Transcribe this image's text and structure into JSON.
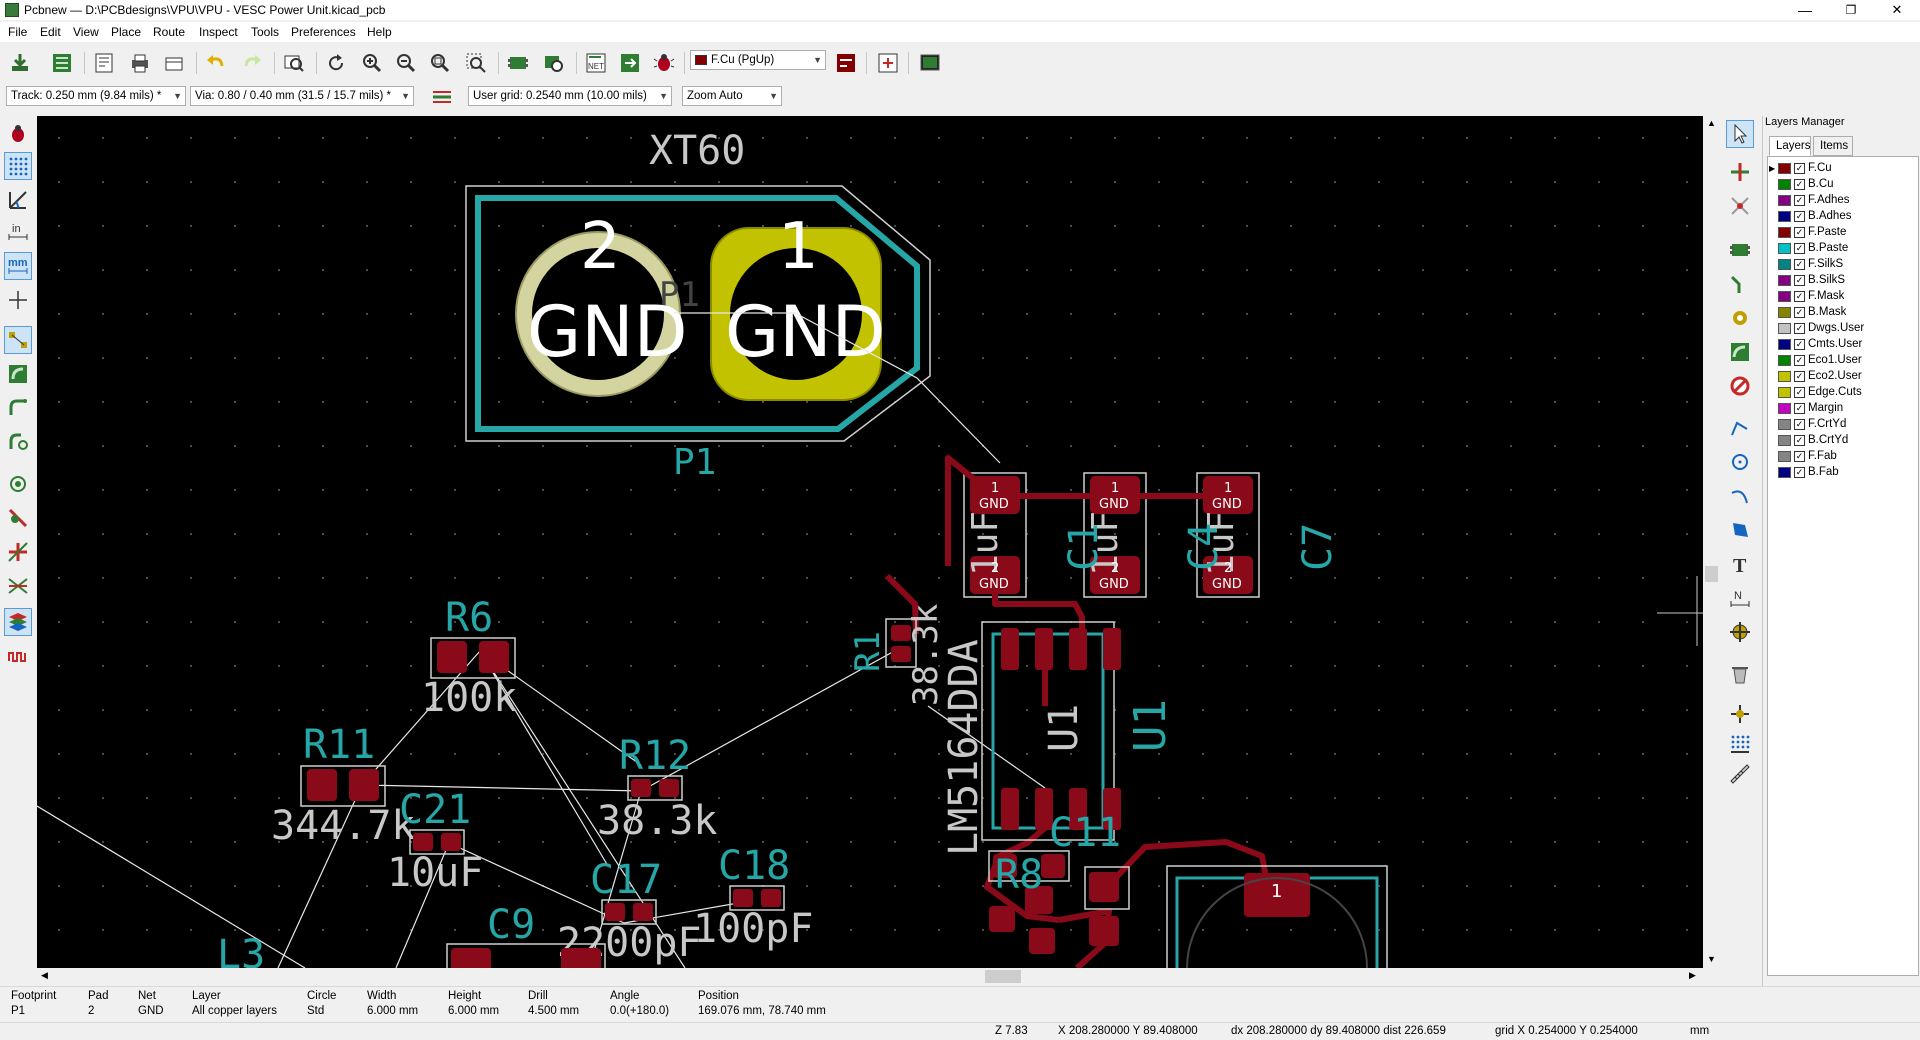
{
  "window": {
    "title": "Pcbnew — D:\\PCBdesigns\\VPU\\VPU - VESC Power Unit.kicad_pcb",
    "min": "—",
    "max": "❐",
    "close": "✕"
  },
  "menu": [
    "File",
    "Edit",
    "View",
    "Place",
    "Route",
    "Inspect",
    "Tools",
    "Preferences",
    "Help"
  ],
  "toolbar": {
    "layer_select": "F.Cu (PgUp)",
    "track_width": "Track: 0.250 mm (9.84 mils) *",
    "via_size": "Via: 0.80 / 0.40 mm (31.5 / 15.7 mils) *",
    "grid": "User grid: 0.2540 mm (10.00 mils)",
    "zoom": "Zoom Auto"
  },
  "left_toolbar_icons": [
    "drc-marker-icon",
    "grid-toggle-icon",
    "polar-coords-icon",
    "inch-units-icon",
    "mm-units-icon",
    "cursor-shape-icon",
    "ratsnest-icon",
    "zone-fill-icon",
    "track-outline-icon",
    "via-outline-icon",
    "microwave-icon",
    "net-highlight-icon",
    "local-ratsnest-icon",
    "curved-ratsnest-icon",
    "layer-display-icon",
    "length-tune-icon"
  ],
  "right_toolbar_icons": [
    "select-icon",
    "highlight-net-icon",
    "local-ratsnest-tool-icon",
    "add-footprint-icon",
    "route-track-icon",
    "add-via-icon",
    "add-zone-icon",
    "add-keepout-icon",
    "add-line-icon",
    "add-circle-icon",
    "add-arc-icon",
    "add-polygon-icon",
    "add-text-icon",
    "add-dimension-icon",
    "add-target-icon",
    "delete-icon",
    "set-origin-icon",
    "grid-origin-icon",
    "measure-icon"
  ],
  "layers_panel": {
    "title": "Layers Manager",
    "tabs": [
      "Layers",
      "Items"
    ],
    "layers": [
      {
        "name": "F.Cu",
        "color": "#840000",
        "current": true
      },
      {
        "name": "B.Cu",
        "color": "#008400"
      },
      {
        "name": "F.Adhes",
        "color": "#840084"
      },
      {
        "name": "B.Adhes",
        "color": "#000084"
      },
      {
        "name": "F.Paste",
        "color": "#840000"
      },
      {
        "name": "B.Paste",
        "color": "#00c2c2"
      },
      {
        "name": "F.SilkS",
        "color": "#008484"
      },
      {
        "name": "B.SilkS",
        "color": "#840084"
      },
      {
        "name": "F.Mask",
        "color": "#840084"
      },
      {
        "name": "B.Mask",
        "color": "#848400"
      },
      {
        "name": "Dwgs.User",
        "color": "#c2c2c2"
      },
      {
        "name": "Cmts.User",
        "color": "#000084"
      },
      {
        "name": "Eco1.User",
        "color": "#008400"
      },
      {
        "name": "Eco2.User",
        "color": "#c2c200"
      },
      {
        "name": "Edge.Cuts",
        "color": "#c2c200"
      },
      {
        "name": "Margin",
        "color": "#c200c2"
      },
      {
        "name": "F.CrtYd",
        "color": "#848484"
      },
      {
        "name": "B.CrtYd",
        "color": "#848484"
      },
      {
        "name": "F.Fab",
        "color": "#848484"
      },
      {
        "name": "B.Fab",
        "color": "#000084"
      }
    ]
  },
  "pcb": {
    "labels": {
      "xt60": "XT60",
      "p1": "P1",
      "pad2_num": "2",
      "pad1_num": "1",
      "gnd": "GND",
      "r6": "R6",
      "r6_val": "100k",
      "r11": "R11",
      "r11_val": "344.7k",
      "r12": "R12",
      "r12_val": "38.3k",
      "c21": "C21",
      "c21_val": "10uF",
      "c17": "C17",
      "c17_val": "2200pF",
      "c18": "C18",
      "c18_val": "100pF",
      "c9": "C9",
      "l3": "L3",
      "r1": "R1",
      "r1_val": "38.3k",
      "c1": "C1",
      "c4": "C4",
      "c7": "C7",
      "uf": "1uF",
      "u1": "U1",
      "u1_ref": "U1",
      "u1_val": "LM5164DDA",
      "r8": "R8",
      "c11": "C11"
    }
  },
  "message_panel": [
    {
      "label": "Footprint",
      "value": "P1"
    },
    {
      "label": "Pad",
      "value": "2"
    },
    {
      "label": "Net",
      "value": "GND"
    },
    {
      "label": "Layer",
      "value": "All copper layers"
    },
    {
      "label": "Circle",
      "value": "Std"
    },
    {
      "label": "Width",
      "value": "6.000 mm"
    },
    {
      "label": "Height",
      "value": "6.000 mm"
    },
    {
      "label": "Drill",
      "value": "4.500 mm"
    },
    {
      "label": "Angle",
      "value": "0.0(+180.0)"
    },
    {
      "label": "Position",
      "value": "169.076 mm, 78.740 mm"
    }
  ],
  "status": {
    "zoom": "Z 7.83",
    "abs": "X 208.280000  Y 89.408000",
    "rel": "dx 208.280000  dy 89.408000  dist 226.659",
    "grid": "grid X 0.254000  Y 0.254000",
    "units": "mm"
  }
}
